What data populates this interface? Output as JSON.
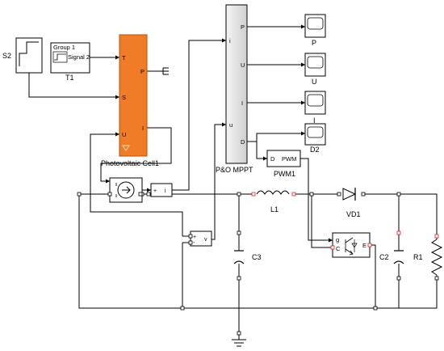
{
  "blocks": {
    "s2": "S2",
    "t1": "T1",
    "t1_group": "Group 1",
    "t1_signal": "Signal 2",
    "pv": "Photovoltaic Cell1",
    "pv_ports": {
      "t": "T",
      "s": "S",
      "u": "U",
      "p": "P",
      "i": "I"
    },
    "mppt": "P&O MPPT",
    "mppt_ports": {
      "i": "i",
      "u": "u",
      "p": "P",
      "uo": "U",
      "io": "I",
      "d": "D"
    },
    "pwm": "PWM1",
    "pwm_ports": {
      "d": "D",
      "pwm": "PWM"
    },
    "scope_p": "P",
    "scope_u": "U",
    "scope_i": "I",
    "scope_d": "D2",
    "l1": "L1",
    "vd1": "VD1",
    "c3": "C3",
    "c2": "C2",
    "r1": "R1",
    "igbt_ports": {
      "g": "g",
      "c": "C",
      "e": "E"
    }
  },
  "colors": {
    "pv_fill": "#f07c28",
    "pv_border": "#b8520c",
    "port_red": "#e02020"
  }
}
